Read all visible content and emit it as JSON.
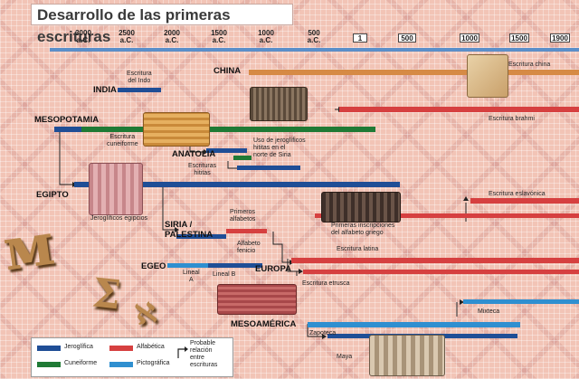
{
  "title": "Desarrollo de las primeras escrituras",
  "timeline": {
    "ticks": [
      {
        "label": "3000\na.C."
      },
      {
        "label": "2500\na.C."
      },
      {
        "label": "2000\na.C."
      },
      {
        "label": "1500\na.C."
      },
      {
        "label": "1000\na.C."
      },
      {
        "label": "500\na.C."
      },
      {
        "label": "1"
      },
      {
        "label": "500"
      },
      {
        "label": "1000"
      },
      {
        "label": "1500"
      },
      {
        "label": "1900"
      }
    ]
  },
  "regions": {
    "china": "CHINA",
    "india": "INDIA",
    "mesopotamia": "MESOPOTAMIA",
    "anatolia": "ANATOLIA",
    "egipto": "EGIPTO",
    "siria": "SIRIA /\nPALESTINA",
    "egeo": "EGEO",
    "europa": "EUROPA",
    "mesoamerica": "MESOAMÉRICA"
  },
  "labels": {
    "escritura_indo": "Escritura\ndel Indo",
    "escritura_cuneiforme": "Escritura\ncuneiforme",
    "escritura_china": "Escritura china",
    "escritura_brahmi": "Escritura brahmi",
    "jeroglificos_hititas": "Uso de jeroglíficos\nhititas en el\nnorte de Siria",
    "escrituras_hititas": "Escrituras\nhititas",
    "jeroglificos_egipcios": "Jeroglíficos egipcios",
    "escritura_eslavonica": "Escritura eslavónica",
    "primeros_alfabetos": "Primeros\nalfabetos",
    "primeras_inscripciones": "Primeras inscripciones\ndel alfabeto griego",
    "alfabeto_fenicio": "Alfabeto\nfenicio",
    "escritura_latina": "Escritura latina",
    "lineal_a": "Lineal\nA",
    "lineal_b": "Lineal B",
    "escritura_etrusca": "Escritura etrusca",
    "mixteca": "Mixteca",
    "zapoteca": "Zapoteca",
    "maya": "Maya"
  },
  "legend": {
    "jeroglifica": "Jeroglífica",
    "alfabetica": "Alfabética",
    "relacion": "Probable\nrelación\nentre escrituras",
    "cuneiforme": "Cuneiforme",
    "pictografica": "Pictográfica"
  },
  "colors": {
    "jeroglifica": "#1f4e96",
    "cuneiforme": "#1f7a35",
    "alfabetica": "#d64040",
    "pictografica": "#2f8fd0",
    "timeline_axis": "#5b8fc9"
  }
}
